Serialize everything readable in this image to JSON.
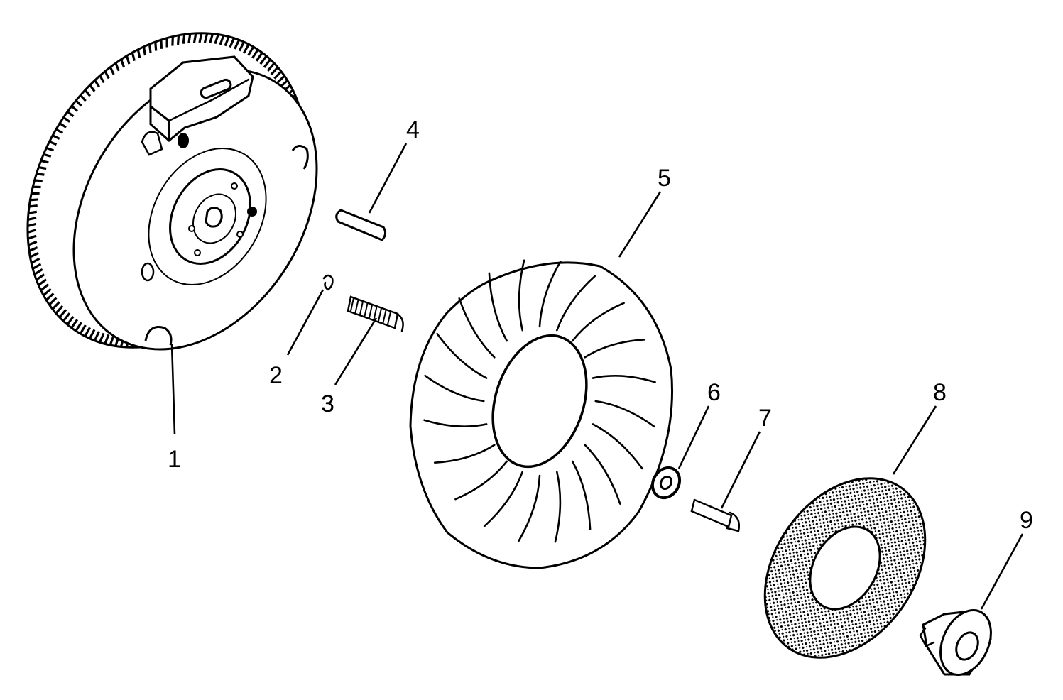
{
  "diagram": {
    "type": "exploded-parts-view",
    "colors": {
      "ink": "#000000",
      "paper": "#ffffff"
    },
    "callouts": [
      {
        "id": 1,
        "label": "1",
        "part": "flywheel-with-ring-gear"
      },
      {
        "id": 2,
        "label": "2",
        "part": "small-pin"
      },
      {
        "id": 3,
        "label": "3",
        "part": "threaded-stud"
      },
      {
        "id": 4,
        "label": "4",
        "part": "dowel-pin"
      },
      {
        "id": 5,
        "label": "5",
        "part": "cooling-fan"
      },
      {
        "id": 6,
        "label": "6",
        "part": "washer"
      },
      {
        "id": 7,
        "label": "7",
        "part": "screw"
      },
      {
        "id": 8,
        "label": "8",
        "part": "screen-disc"
      },
      {
        "id": 9,
        "label": "9",
        "part": "retainer-hub"
      }
    ]
  }
}
